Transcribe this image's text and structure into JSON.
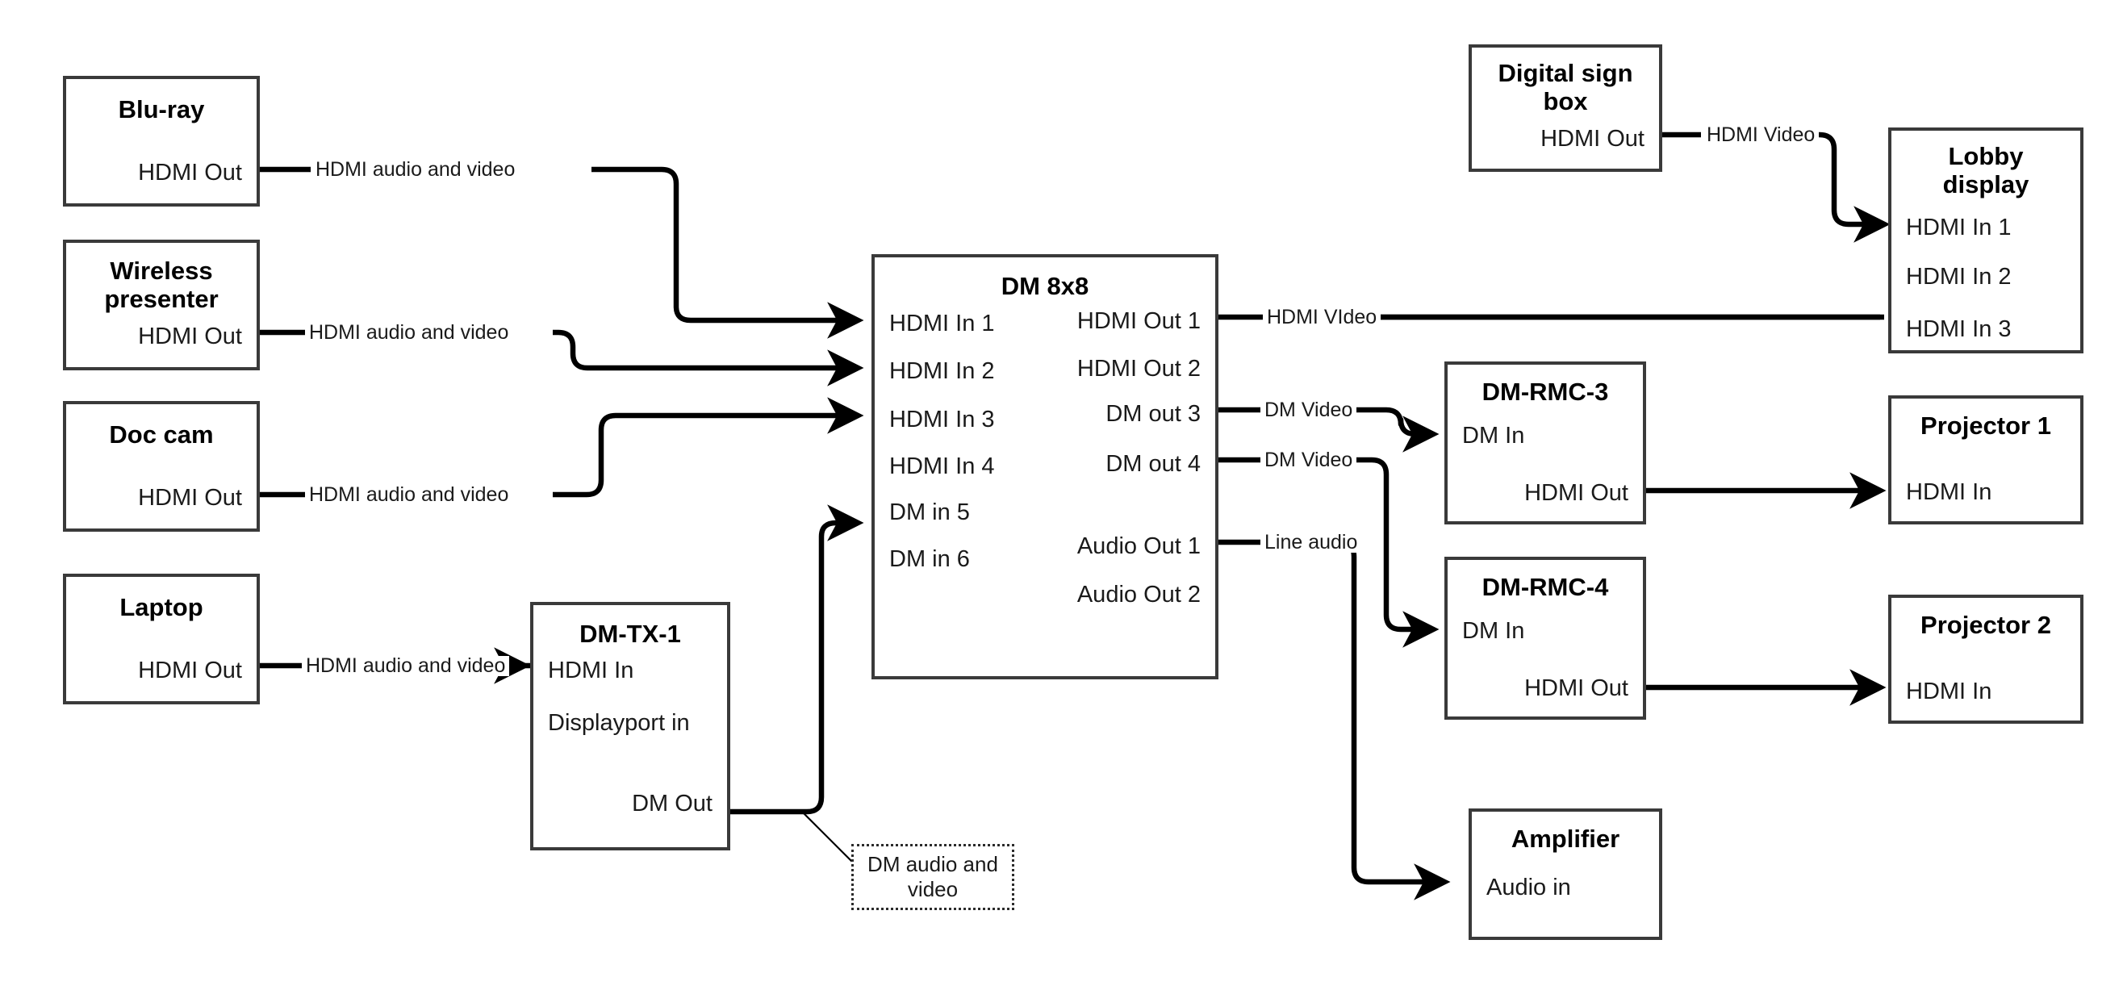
{
  "diagram": {
    "title": "AV signal flow diagram",
    "colors": {
      "box_border": "#3a3a3a",
      "wire": "#000000",
      "text": "#1a1a1a",
      "background": "#ffffff",
      "callout_border": "#2b2b2b"
    }
  },
  "nodes": {
    "bluray": {
      "title": "Blu-ray",
      "ports": {
        "out1": "HDMI Out"
      }
    },
    "wireless": {
      "title": "Wireless\npresenter",
      "ports": {
        "out1": "HDMI Out"
      }
    },
    "doccam": {
      "title": "Doc cam",
      "ports": {
        "out1": "HDMI Out"
      }
    },
    "laptop": {
      "title": "Laptop",
      "ports": {
        "out1": "HDMI Out"
      }
    },
    "dmtx1": {
      "title": "DM-TX-1",
      "ports": {
        "in1": "HDMI In",
        "in2": "Displayport in",
        "out1": "DM Out"
      }
    },
    "dm8x8": {
      "title": "DM 8x8",
      "inputs": [
        "HDMI In 1",
        "HDMI In 2",
        "HDMI In 3",
        "HDMI In 4",
        "DM in 5",
        "DM in 6"
      ],
      "outputs": [
        "HDMI Out 1",
        "HDMI Out 2",
        "DM out 3",
        "DM out 4",
        "Audio Out 1",
        "Audio Out 2"
      ]
    },
    "digitalsign": {
      "title": "Digital sign\nbox",
      "ports": {
        "out1": "HDMI Out"
      }
    },
    "lobbydisplay": {
      "title": "Lobby\ndisplay",
      "inputs": [
        "HDMI In 1",
        "HDMI In 2",
        "HDMI In 3"
      ]
    },
    "dmrmc3": {
      "title": "DM-RMC-3",
      "ports": {
        "in1": "DM In",
        "out1": "HDMI Out"
      }
    },
    "dmrmc4": {
      "title": "DM-RMC-4",
      "ports": {
        "in1": "DM In",
        "out1": "HDMI Out"
      }
    },
    "projector1": {
      "title": "Projector 1",
      "ports": {
        "in1": "HDMI In"
      }
    },
    "projector2": {
      "title": "Projector 2",
      "ports": {
        "in1": "HDMI In"
      }
    },
    "amplifier": {
      "title": "Amplifier",
      "ports": {
        "in1": "Audio in"
      }
    }
  },
  "wire_labels": {
    "bluray_to_dm": "HDMI audio and video",
    "wireless_to_dm": "HDMI audio and video",
    "doccam_to_dm": "HDMI audio and video",
    "laptop_to_dmtx1": "HDMI audio and video",
    "digitalsign_to_lobby": "HDMI Video",
    "dm_hdmiout1_to_lobby": "HDMI VIdeo",
    "dm_dmout3_to_rmc3": "DM Video",
    "dm_dmout4_to_rmc4": "DM Video",
    "dm_audioout1_to_amp": "Line audio"
  },
  "callouts": {
    "dm_audio_video": "DM audio and video"
  }
}
